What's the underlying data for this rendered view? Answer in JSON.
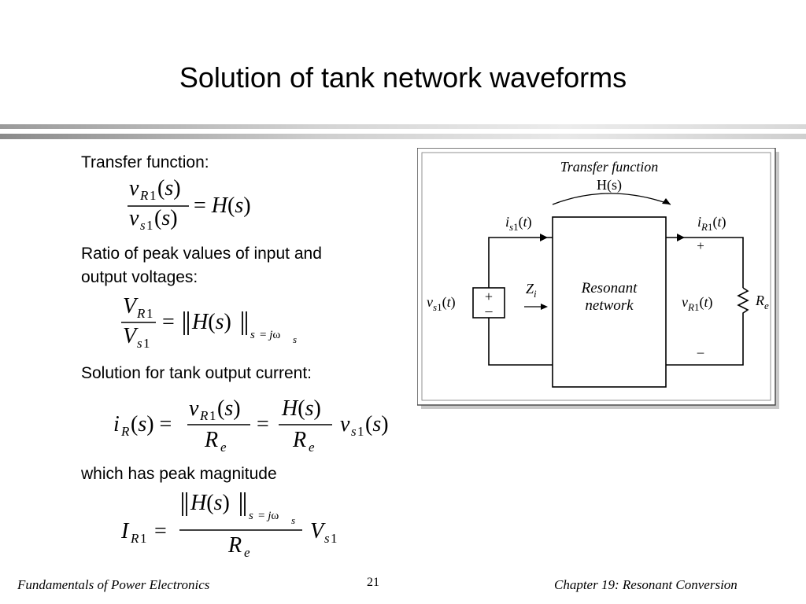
{
  "slide": {
    "title": "Solution of tank network waveforms",
    "page_number": "21"
  },
  "content": {
    "label_transfer": "Transfer function:",
    "label_ratio_line1": "Ratio of peak values of input and",
    "label_ratio_line2": "output voltages:",
    "label_solution": "Solution for tank output current:",
    "label_peak": "which has peak magnitude"
  },
  "figure": {
    "transfer_function_label": "Transfer function",
    "transfer_function_symbol": "H(s)",
    "block_line1": "Resonant",
    "block_line2": "network",
    "input_current": "i_s1(t)",
    "output_current": "i_R1(t)",
    "input_voltage": "v_s1(t)",
    "output_voltage": "v_R1(t)",
    "impedance": "Z_i",
    "load": "R_e",
    "plus": "+",
    "minus": "–"
  },
  "footer": {
    "left": "Fundamentals of Power Electronics",
    "right": "Chapter 19:  Resonant Conversion"
  }
}
